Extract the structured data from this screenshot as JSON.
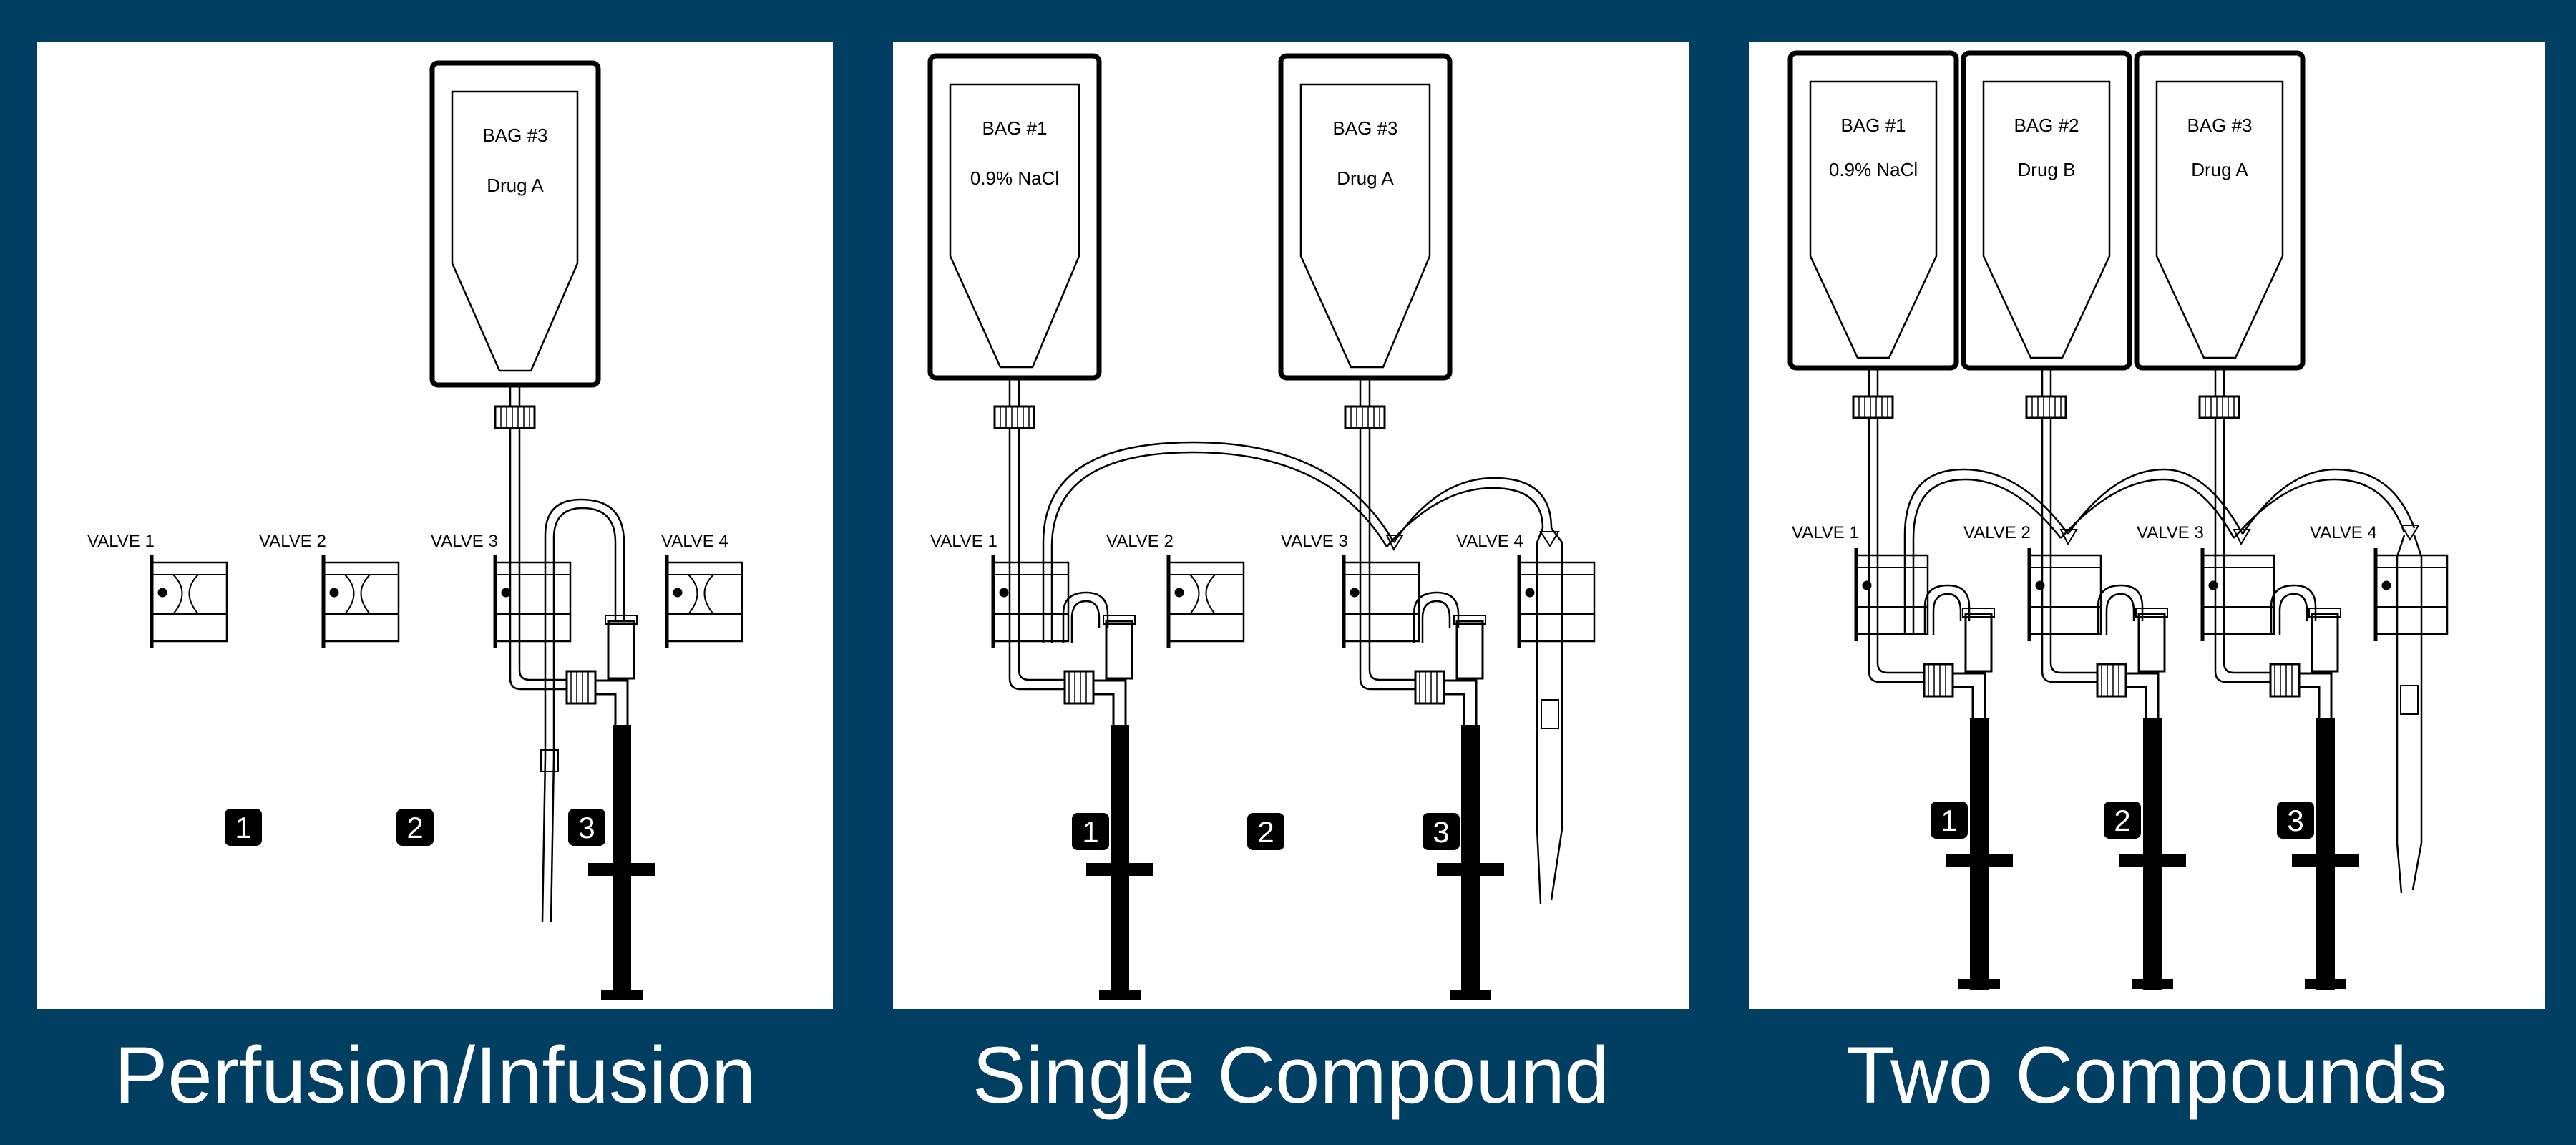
{
  "colors": {
    "background": "#003f62",
    "panel": "#ffffff",
    "ink": "#000000",
    "caption": "#ffffff"
  },
  "panels": [
    {
      "caption": "Perfusion/Infusion",
      "bags": [
        {
          "label": "BAG #3",
          "content": "Drug A"
        }
      ],
      "valves": [
        "VALVE 1",
        "VALVE 2",
        "VALVE 3",
        "VALVE 4"
      ],
      "numbers": [
        "1",
        "2",
        "3"
      ]
    },
    {
      "caption": "Single Compound",
      "bags": [
        {
          "label": "BAG #1",
          "content": "0.9% NaCl"
        },
        {
          "label": "BAG #3",
          "content": "Drug A"
        }
      ],
      "valves": [
        "VALVE 1",
        "VALVE 2",
        "VALVE 3",
        "VALVE 4"
      ],
      "numbers": [
        "1",
        "2",
        "3"
      ]
    },
    {
      "caption": "Two Compounds",
      "bags": [
        {
          "label": "BAG #1",
          "content": "0.9% NaCl"
        },
        {
          "label": "BAG #2",
          "content": "Drug B"
        },
        {
          "label": "BAG #3",
          "content": "Drug A"
        }
      ],
      "valves": [
        "VALVE 1",
        "VALVE 2",
        "VALVE 3",
        "VALVE 4"
      ],
      "numbers": [
        "1",
        "2",
        "3"
      ]
    }
  ]
}
